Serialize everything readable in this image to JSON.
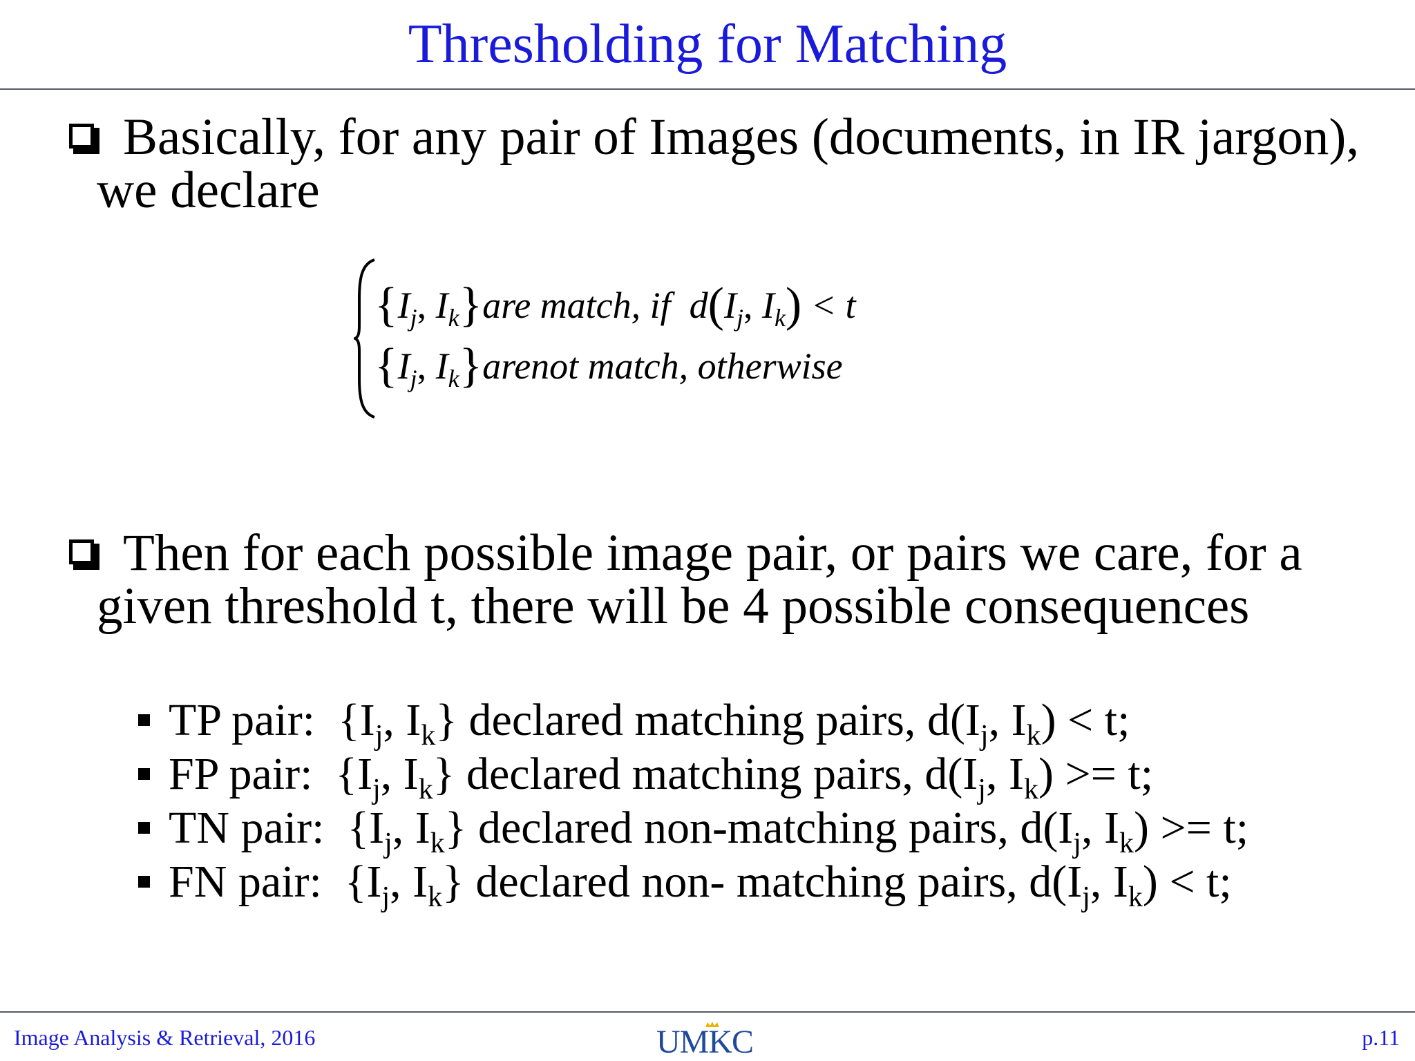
{
  "slide": {
    "title": "Thresholding for Matching"
  },
  "bullets": [
    {
      "text": "Basically, for any pair of Images (documents, in IR jargon), we declare"
    },
    {
      "text": "Then for each possible image pair, or pairs we care, for a given threshold t,  there will be 4 possible consequences"
    }
  ],
  "formula": {
    "line1": {
      "I": "I",
      "j": "j",
      "k": "k",
      "text": "are match, if",
      "d": "d",
      "rel": "< t"
    },
    "line2": {
      "I": "I",
      "j": "j",
      "k": "k",
      "text": "arenot match, otherwise"
    }
  },
  "cases": [
    {
      "label": "TP pair:",
      "desc": "declared matching pairs,",
      "rel": "< t;"
    },
    {
      "label": "FP pair:",
      "desc": "declared matching pairs,",
      "rel": ">= t;"
    },
    {
      "label": "TN pair:",
      "desc": "declared non-matching pairs,",
      "rel": ">= t;"
    },
    {
      "label": "FN pair:",
      "desc": "declared non- matching pairs,",
      "rel": "< t;"
    }
  ],
  "footer": {
    "course": "Image Analysis & Retrieval, 2016",
    "logo_text": "UMKC",
    "page": "p.11"
  },
  "colors": {
    "title": "#1a1adb",
    "footer_text": "#1a1adb",
    "logo": "#1f4a9c",
    "logo_accent": "#e8b400",
    "rule": "#555a66"
  }
}
